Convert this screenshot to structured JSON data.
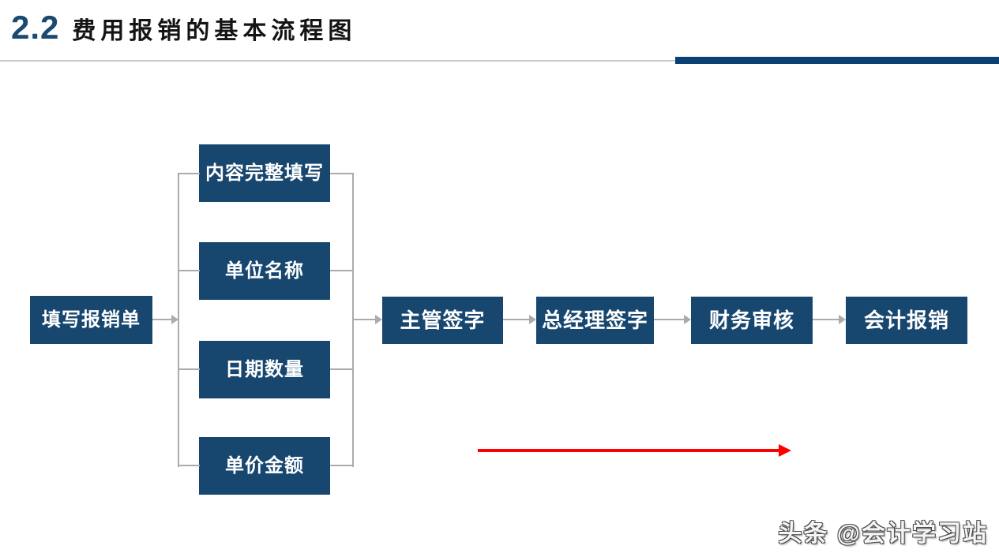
{
  "header": {
    "section_number": "2.2",
    "title": "费用报销的基本流程图"
  },
  "flowchart": {
    "type": "flowchart",
    "start": {
      "label": "填写报销单"
    },
    "details": [
      {
        "label": "内容完整填写"
      },
      {
        "label": "单位名称"
      },
      {
        "label": "日期数量"
      },
      {
        "label": "单价金额"
      }
    ],
    "steps": [
      {
        "label": "主管签字"
      },
      {
        "label": "总经理签字"
      },
      {
        "label": "财务审核"
      },
      {
        "label": "会计报销"
      }
    ],
    "flow_order": "填写报销单 → (内容完整填写 / 单位名称 / 日期数量 / 单价金额) → 主管签字 → 总经理签字 → 财务审核 → 会计报销"
  },
  "watermark": {
    "text": "头条 @会计学习站"
  },
  "colors": {
    "box_navy": "#17466F",
    "accent_bar_navy": "#0B4172",
    "header_number_navy": "#1A4971",
    "connector_gray": "#ABABAB",
    "divider_gray": "#C9C9C9",
    "arrow_red": "#FE0000"
  }
}
